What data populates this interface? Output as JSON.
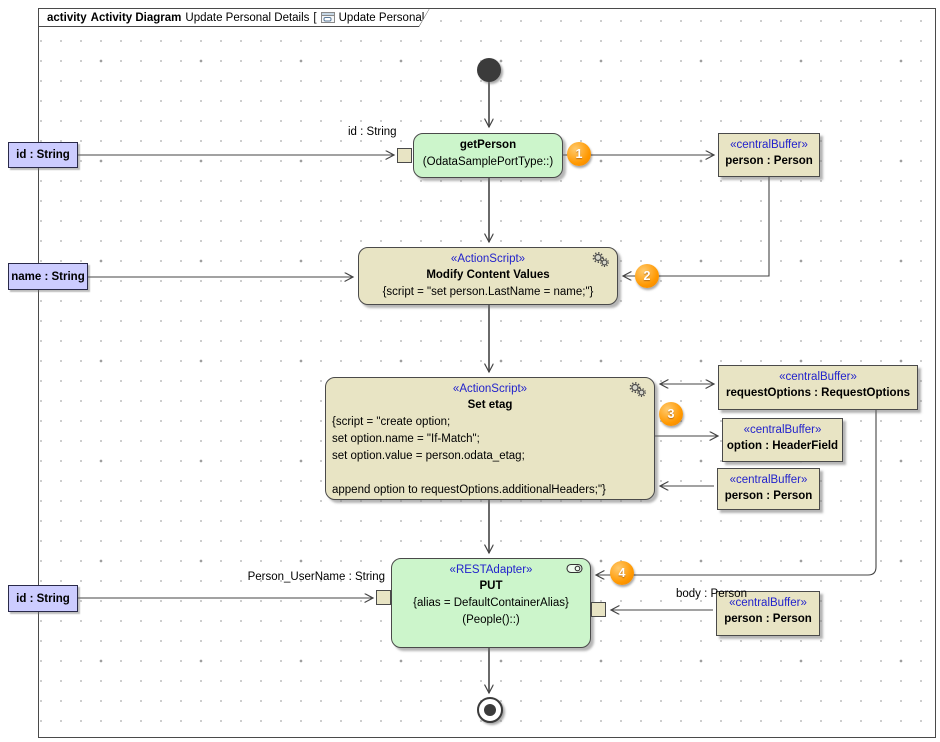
{
  "frame_title": {
    "keyword": "activity",
    "diagram_type": "Activity Diagram",
    "diagram_name": "Update Personal Details",
    "bracket_open": "[",
    "context_name": "Update Personal Details",
    "bracket_close": "]"
  },
  "parameters": {
    "id_top": "id : String",
    "name_left": "name : String",
    "id_bottom": "id : String"
  },
  "edge_labels": {
    "id_string": "id : String",
    "person_username": "Person_UserName : String",
    "body_person": "body : Person"
  },
  "actions": {
    "get_person": {
      "name": "getPerson",
      "operation": "(OdataSamplePortType::)"
    },
    "modify_content_values": {
      "stereotype": "«ActionScript»",
      "name": "Modify Content Values",
      "script": "{script = \"set person.LastName = name;\"}"
    },
    "set_etag": {
      "stereotype": "«ActionScript»",
      "name": "Set etag",
      "script_lines": [
        "{script = \"create option;",
        "set option.name = \"If-Match\";",
        "set option.value = person.odata_etag;",
        "",
        "append option to requestOptions.additionalHeaders;\"}"
      ]
    },
    "put": {
      "stereotype": "«RESTAdapter»",
      "name": "PUT",
      "alias": "{alias = DefaultContainerAlias}",
      "operation": "(People()::)"
    }
  },
  "buffers": {
    "person_top": {
      "stereotype": "«centralBuffer»",
      "name": "person : Person"
    },
    "request_options": {
      "stereotype": "«centralBuffer»",
      "name": "requestOptions : RequestOptions"
    },
    "option_header": {
      "stereotype": "«centralBuffer»",
      "name": "option : HeaderField"
    },
    "person_mid": {
      "stereotype": "«centralBuffer»",
      "name": "person : Person"
    },
    "person_bottom": {
      "stereotype": "«centralBuffer»",
      "name": "person : Person"
    }
  },
  "badges": {
    "b1": "1",
    "b2": "2",
    "b3": "3",
    "b4": "4"
  },
  "colors": {
    "action_green": "#ccf5cb",
    "node_tan": "#e8e4c4",
    "parameter_lavender": "#ccccff",
    "stereotype_blue": "#2222cc",
    "badge_orange": "#ff9800",
    "edge_gray": "#444444"
  }
}
